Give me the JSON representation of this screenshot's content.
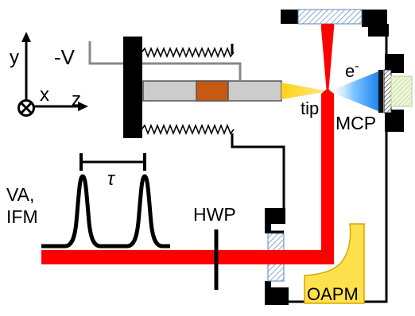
{
  "labels": {
    "axis_y": "y",
    "axis_x": "x",
    "axis_z": "z",
    "voltage": "-V",
    "electron_base": "e",
    "electron_sup": "-",
    "tip": "tip",
    "mcp": "MCP",
    "tau": "τ",
    "va_line1": "VA,",
    "va_line2": "IFM",
    "hwp": "HWP",
    "oapm": "OAPM"
  },
  "colors": {
    "laser": "#ff0000",
    "mirror": "#ffe14d",
    "mirror_stroke": "#d4a800",
    "tip": "#ffd21a",
    "sample_block": "#c65a12",
    "rod": "#cccccc",
    "wire": "#888888",
    "window_hatch": "#5a86b8",
    "electron_beam": "#3aa0ff",
    "detector_fill": "#e2f0c8",
    "chamber": "#000000"
  },
  "icons": {
    "x_axis_symbol": "circle-cross-icon",
    "electron_beam": "electron-beam-icon",
    "detector": "mcp-detector-icon"
  }
}
